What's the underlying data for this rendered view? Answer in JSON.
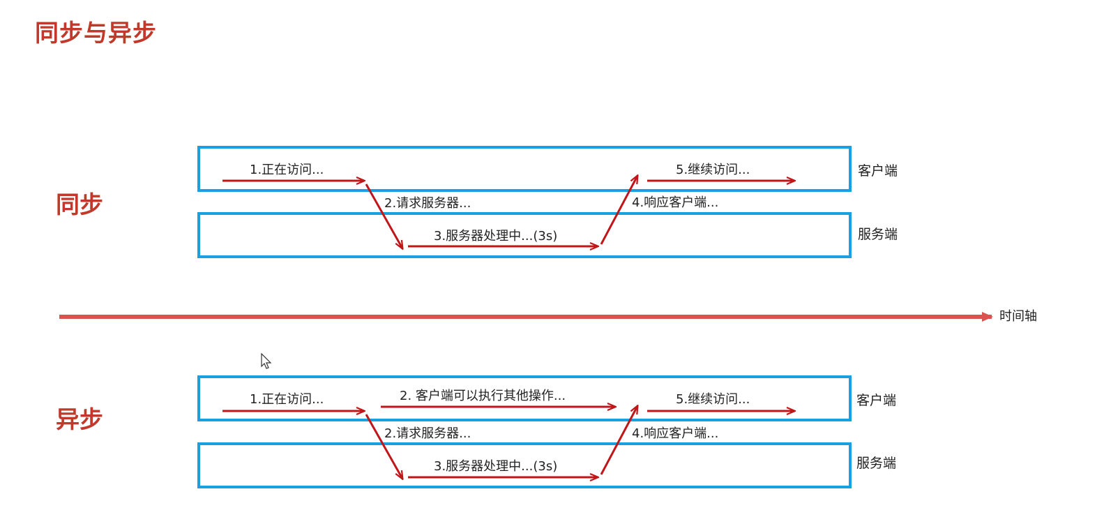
{
  "title": "同步与异步",
  "colors": {
    "title": "#c0392b",
    "lane_border": "#1a9fe0",
    "arrow": "#c0161a",
    "timeline": "#d9534f"
  },
  "sync": {
    "label": "同步",
    "client_label": "客户端",
    "server_label": "服务端",
    "step1": "1.正在访问...",
    "step2": "2.请求服务器...",
    "step3": "3.服务器处理中...(3s)",
    "step4": "4.响应客户端...",
    "step5": "5.继续访问..."
  },
  "timeline": {
    "label": "时间轴"
  },
  "async": {
    "label": "异步",
    "client_label": "客户端",
    "server_label": "服务端",
    "step1": "1.正在访问...",
    "step2_client": "2. 客户端可以执行其他操作...",
    "step2": "2.请求服务器...",
    "step3": "3.服务器处理中...(3s)",
    "step4": "4.响应客户端...",
    "step5": "5.继续访问..."
  }
}
